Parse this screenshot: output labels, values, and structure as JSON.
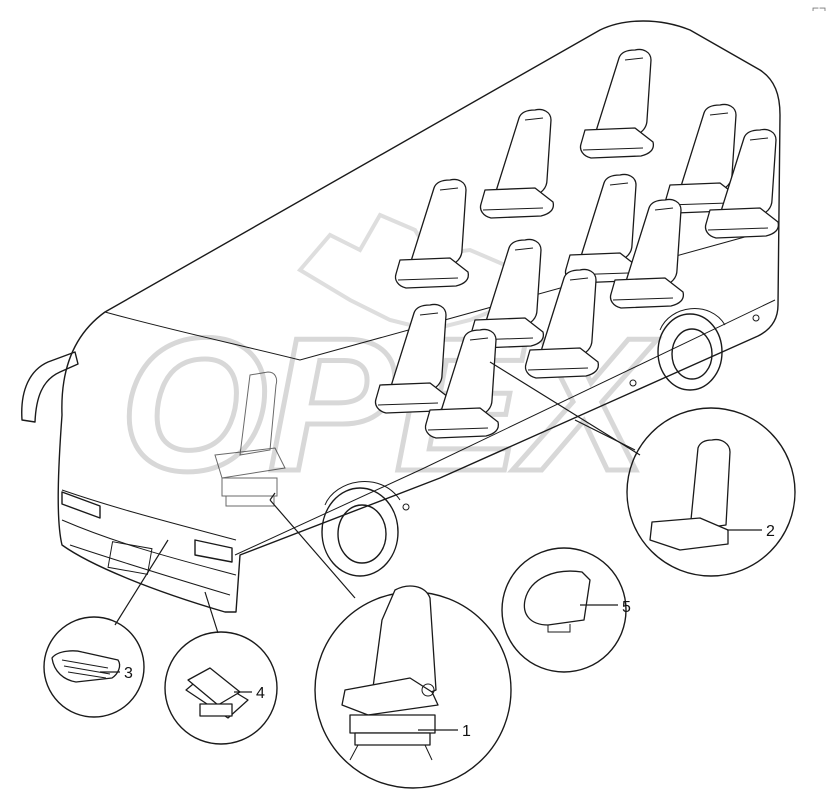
{
  "watermark": {
    "text": "OPEX",
    "color": "#d8d8d8"
  },
  "corner_mark": "⌐¬",
  "callouts": [
    {
      "id": "1",
      "label": "1"
    },
    {
      "id": "2",
      "label": "2"
    },
    {
      "id": "3",
      "label": "3"
    },
    {
      "id": "4",
      "label": "4"
    },
    {
      "id": "5",
      "label": "5"
    }
  ],
  "colors": {
    "line": "#1a1a1a",
    "background": "#ffffff"
  }
}
